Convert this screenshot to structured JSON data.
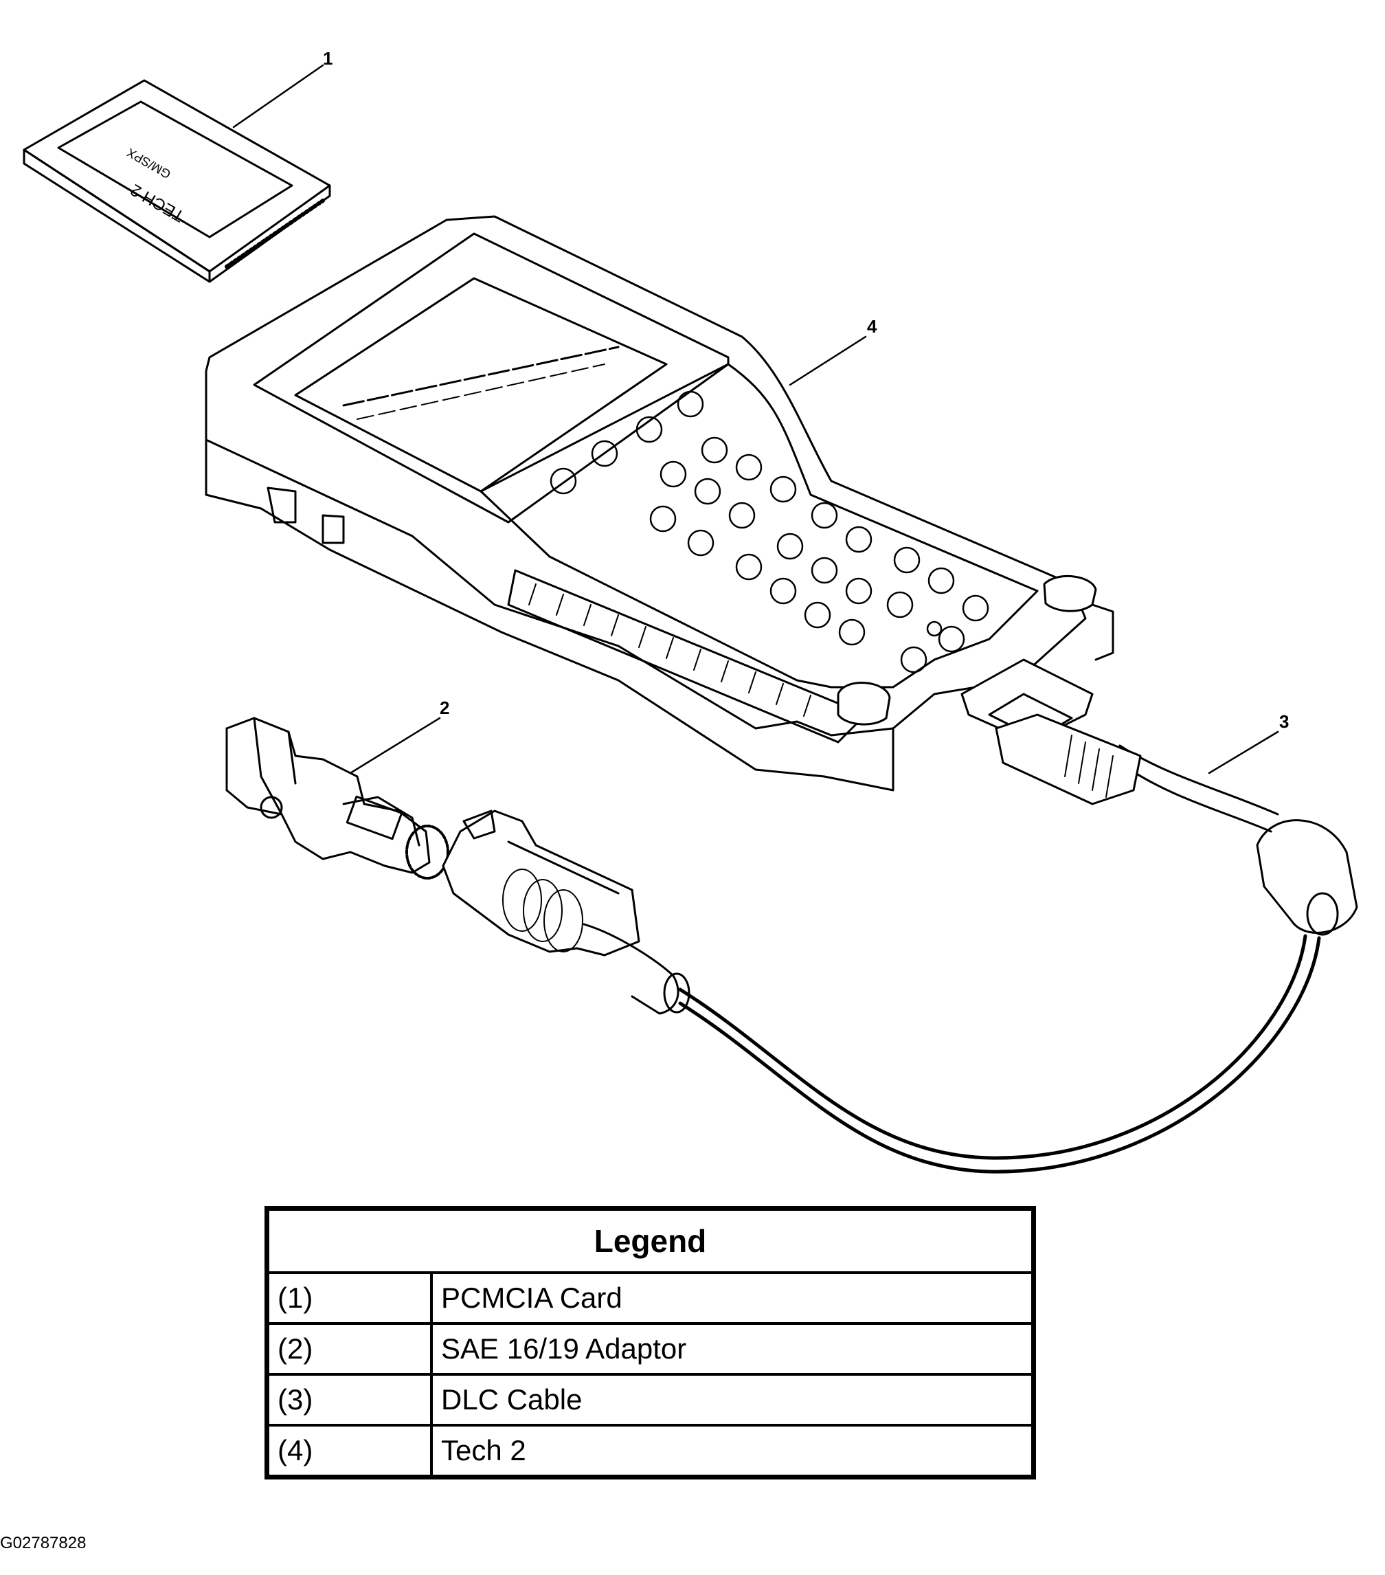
{
  "callouts": {
    "c1": "1",
    "c2": "2",
    "c3": "3",
    "c4": "4"
  },
  "card_text": {
    "line1": "TECH 2",
    "line2": "GM/SPX"
  },
  "legend": {
    "title": "Legend",
    "rows": [
      {
        "num": "(1)",
        "label": "PCMCIA Card"
      },
      {
        "num": "(2)",
        "label": "SAE 16/19 Adaptor"
      },
      {
        "num": "(3)",
        "label": "DLC Cable"
      },
      {
        "num": "(4)",
        "label": "Tech 2"
      }
    ]
  },
  "figure_id": "G02787828"
}
